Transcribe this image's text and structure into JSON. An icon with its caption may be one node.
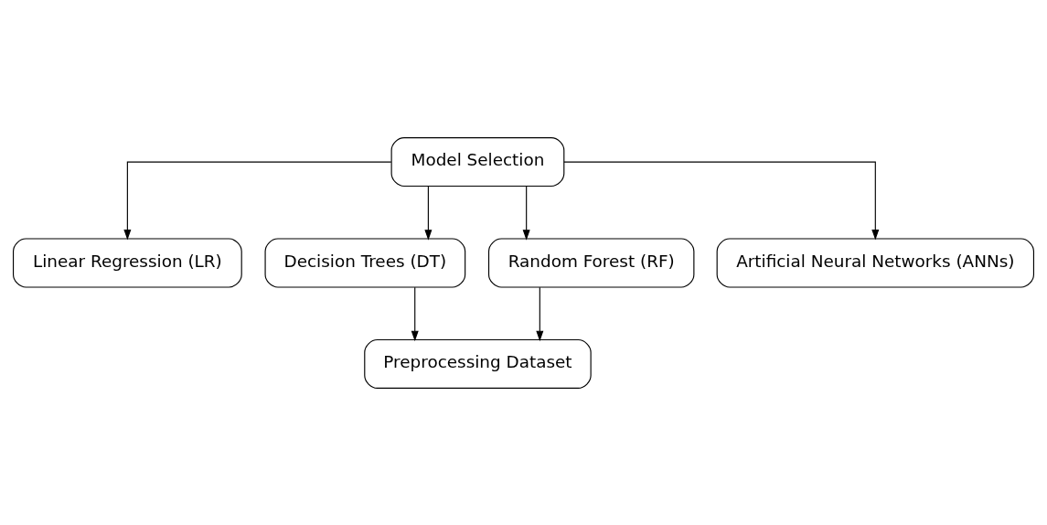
{
  "diagram": {
    "nodes": [
      {
        "text": [
          "Model Selection"
        ]
      },
      {
        "text": [
          "Linear Regression (LR)"
        ]
      },
      {
        "text": [
          "Decision Trees (DT)"
        ]
      },
      {
        "text": [
          "Random Forest (RF)"
        ]
      },
      {
        "text": [
          "Artificial Neural Networks (ANNs)"
        ]
      },
      {
        "text": [
          "Preprocessing Dataset"
        ]
      }
    ],
    "edges": [
      {
        "from": 0,
        "to": 1,
        "arrow": "to"
      },
      {
        "from": 0,
        "to": 2,
        "arrow": "to"
      },
      {
        "from": 0,
        "to": 3,
        "arrow": "to"
      },
      {
        "from": 0,
        "to": 4,
        "arrow": "to"
      },
      {
        "from": 2,
        "to": 5,
        "arrow": "to"
      },
      {
        "from": 3,
        "to": 5,
        "arrow": "to"
      }
    ]
  }
}
